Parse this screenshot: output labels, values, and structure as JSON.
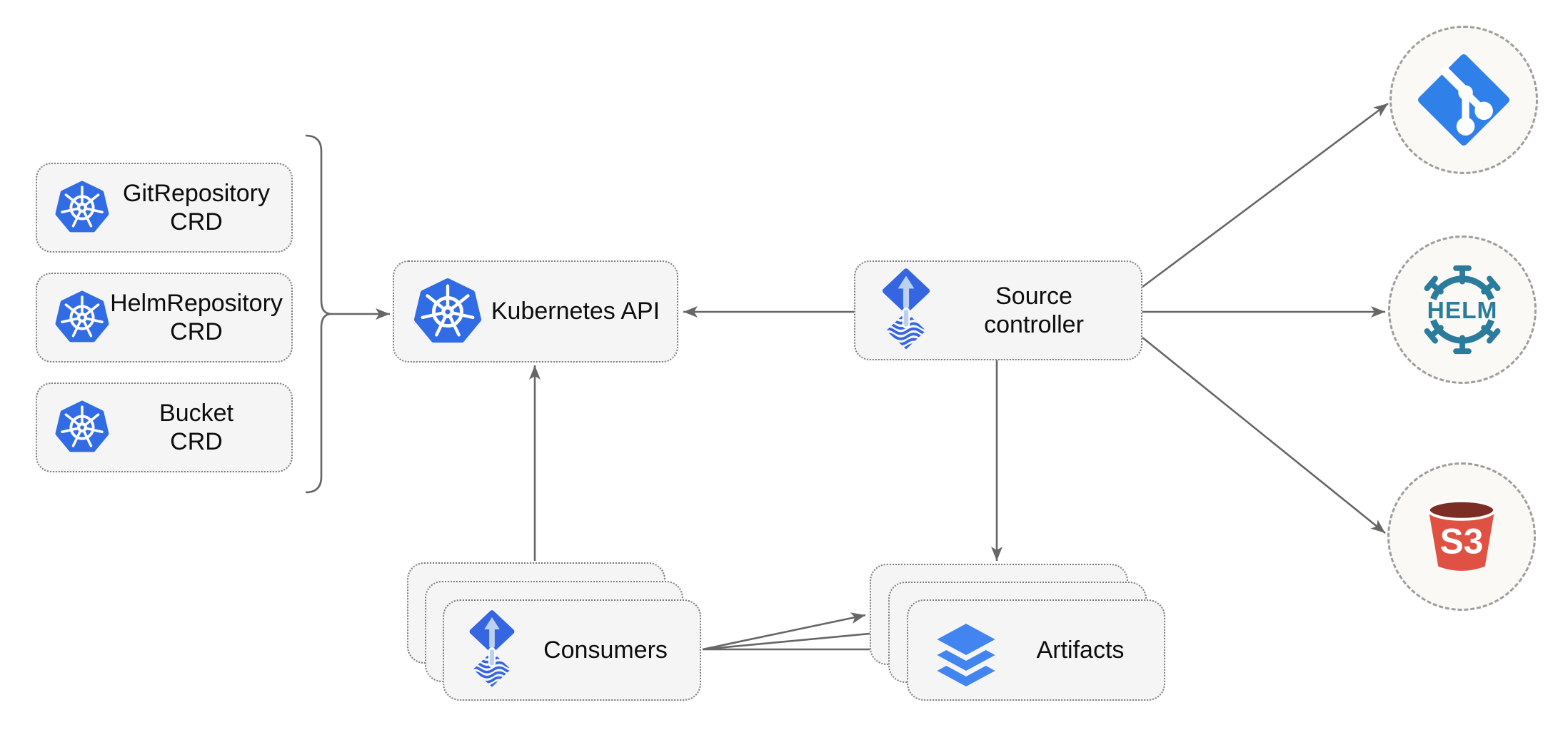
{
  "diagram": {
    "crd_nodes": [
      {
        "line1": "GitRepository",
        "line2": "CRD"
      },
      {
        "line1": "HelmRepository",
        "line2": "CRD"
      },
      {
        "line1": "Bucket",
        "line2": "CRD"
      }
    ],
    "kubernetes_api": {
      "label": "Kubernetes API"
    },
    "source_controller": {
      "line1": "Source",
      "line2": "controller"
    },
    "consumers": {
      "label": "Consumers"
    },
    "artifacts": {
      "label": "Artifacts"
    },
    "external": {
      "helm_label": "HELM",
      "s3_label": "S3"
    },
    "colors": {
      "kubernetes_blue": "#326ce5",
      "flux_blue": "#3565e0",
      "flux_arrow_light": "#bcd0f0",
      "git_blue": "#2f80e8",
      "helm_teal": "#2a7b9c",
      "s3_red": "#df5142",
      "s3_dark_rim": "#7b2d26",
      "layers_blue": "#4285f0",
      "arrow_gray": "#666666",
      "node_fill": "#f5f5f5",
      "node_border": "#7c7c7c",
      "circle_fill": "#faf9f5",
      "circle_border": "#9e9e9e"
    }
  }
}
